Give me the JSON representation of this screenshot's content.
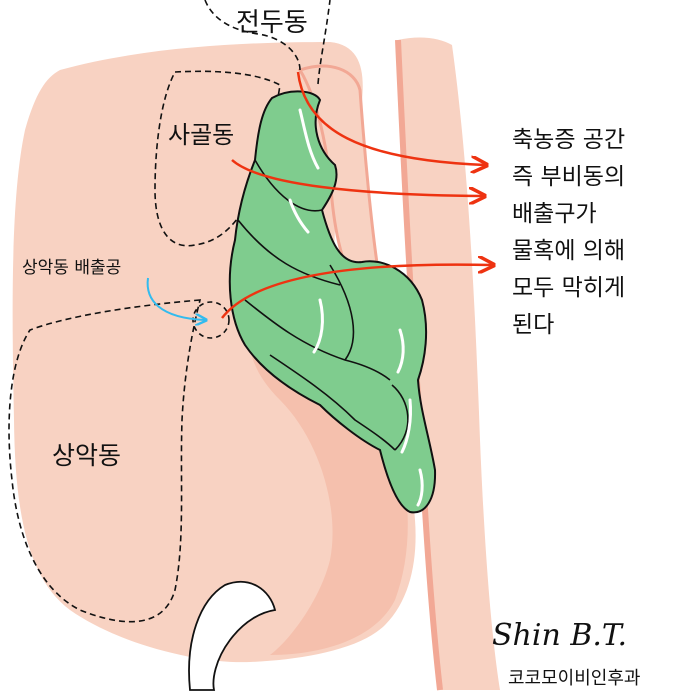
{
  "labels": {
    "frontal_sinus": "전두동",
    "ethmoid_sinus": "사골동",
    "maxillary_ostium": "상악동 배출공",
    "maxillary_sinus": "상악동"
  },
  "note_lines": [
    "축농증 공간",
    "즉 부비동의",
    "배출구가",
    "물혹에 의해",
    "모두 막히게",
    "된다"
  ],
  "signature": "Shin B.T.",
  "clinic_name": "코코모이비인후과",
  "colors": {
    "skin": "#f8d2c2",
    "skin_shadow": "#f2a895",
    "polyp": "#7fcc8e",
    "arrow_red": "#ee3311",
    "arrow_blue": "#33bbee",
    "outline": "#111111"
  }
}
